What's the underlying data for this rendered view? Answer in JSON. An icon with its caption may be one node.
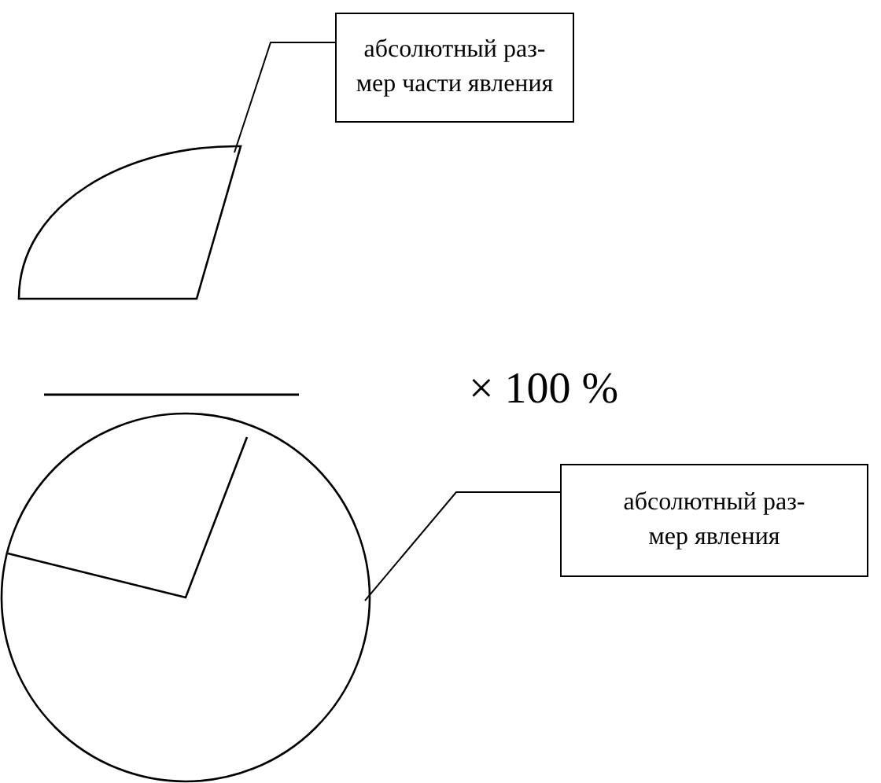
{
  "diagram": {
    "nodes": [
      {
        "text": [
          "абсолютный раз- мер части явления"
        ]
      },
      {
        "text": [],
        "shape": "sector"
      },
      {
        "text": [
          "абсолютный раз- мер явления"
        ]
      },
      {
        "text": [],
        "shape": "circle"
      }
    ],
    "edges": [
      {
        "from": 0,
        "to": 1,
        "arrow": "none"
      },
      {
        "from": 2,
        "to": 3,
        "arrow": "none"
      }
    ],
    "labels": [
      "× 100 %"
    ]
  }
}
